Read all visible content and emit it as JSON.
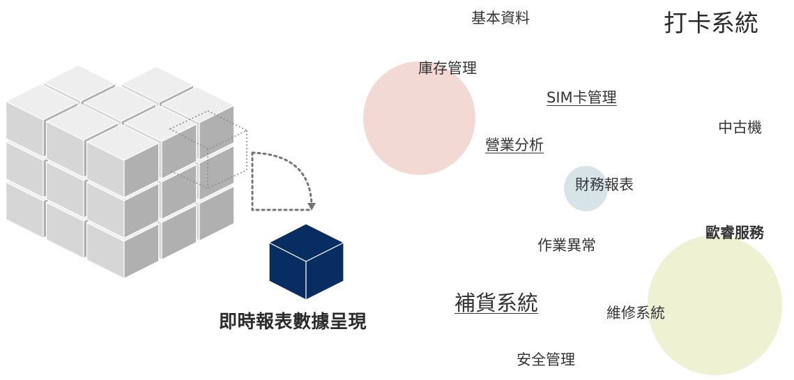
{
  "caption": "即時報表數據呈現",
  "colors": {
    "bubble_pink": "#f3d9d3",
    "bubble_blue": "#d6e4e8",
    "bubble_yellow": "#eff1d3",
    "cube_dark": "#072d63",
    "text": "#333333"
  },
  "icons": {
    "cube_grid": "rubiks-cube-icon",
    "arrow": "dotted-arrow-icon",
    "highlight_cube": "navy-cube-icon"
  },
  "tags": {
    "basic_data": "基本資料",
    "punch_system": "打卡系統",
    "inventory": "庫存管理",
    "sim_card": "SIM卡管理",
    "used_phones": "中古機",
    "business_analysis": "營業分析",
    "financial_reports": "財務報表",
    "ouyue_service": "歐睿服務",
    "operation_exceptions": "作業異常",
    "replenishment": "補貨系統",
    "repair_system": "維修系統",
    "security": "安全管理"
  }
}
